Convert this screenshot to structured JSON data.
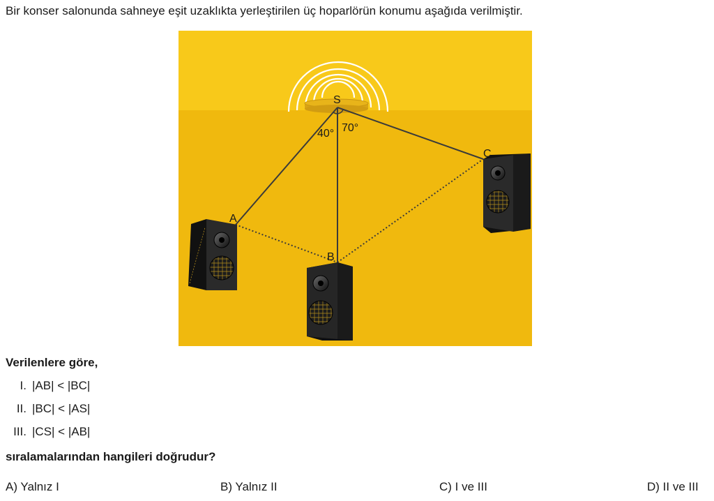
{
  "intro_text": "Bir konser salonunda sahneye eşit uzaklıkta yerleştirilen üç hoparlörün konumu aşağıda verilmiştir.",
  "figure": {
    "labels": {
      "s": "S",
      "a": "A",
      "b": "B",
      "c": "C"
    },
    "angles": {
      "left": "40°",
      "right": "70°"
    },
    "colors": {
      "background_top": "#F8C91A",
      "background_bottom": "#F0B90E",
      "speaker": "#2a2a2a",
      "line": "#3a3a3a"
    }
  },
  "prompt": "Verilenlere göre,",
  "statements": [
    {
      "num": "I.",
      "text": "|AB| < |BC|"
    },
    {
      "num": "II.",
      "text": "|BC| < |AS|"
    },
    {
      "num": "III.",
      "text": "|CS| < |AB|"
    }
  ],
  "question": "sıralamalarından hangileri doğrudur?",
  "options": [
    {
      "label": "A) Yalnız I"
    },
    {
      "label": "B) Yalnız II"
    },
    {
      "label": "C) I ve III"
    },
    {
      "label": "D) II ve III"
    }
  ]
}
